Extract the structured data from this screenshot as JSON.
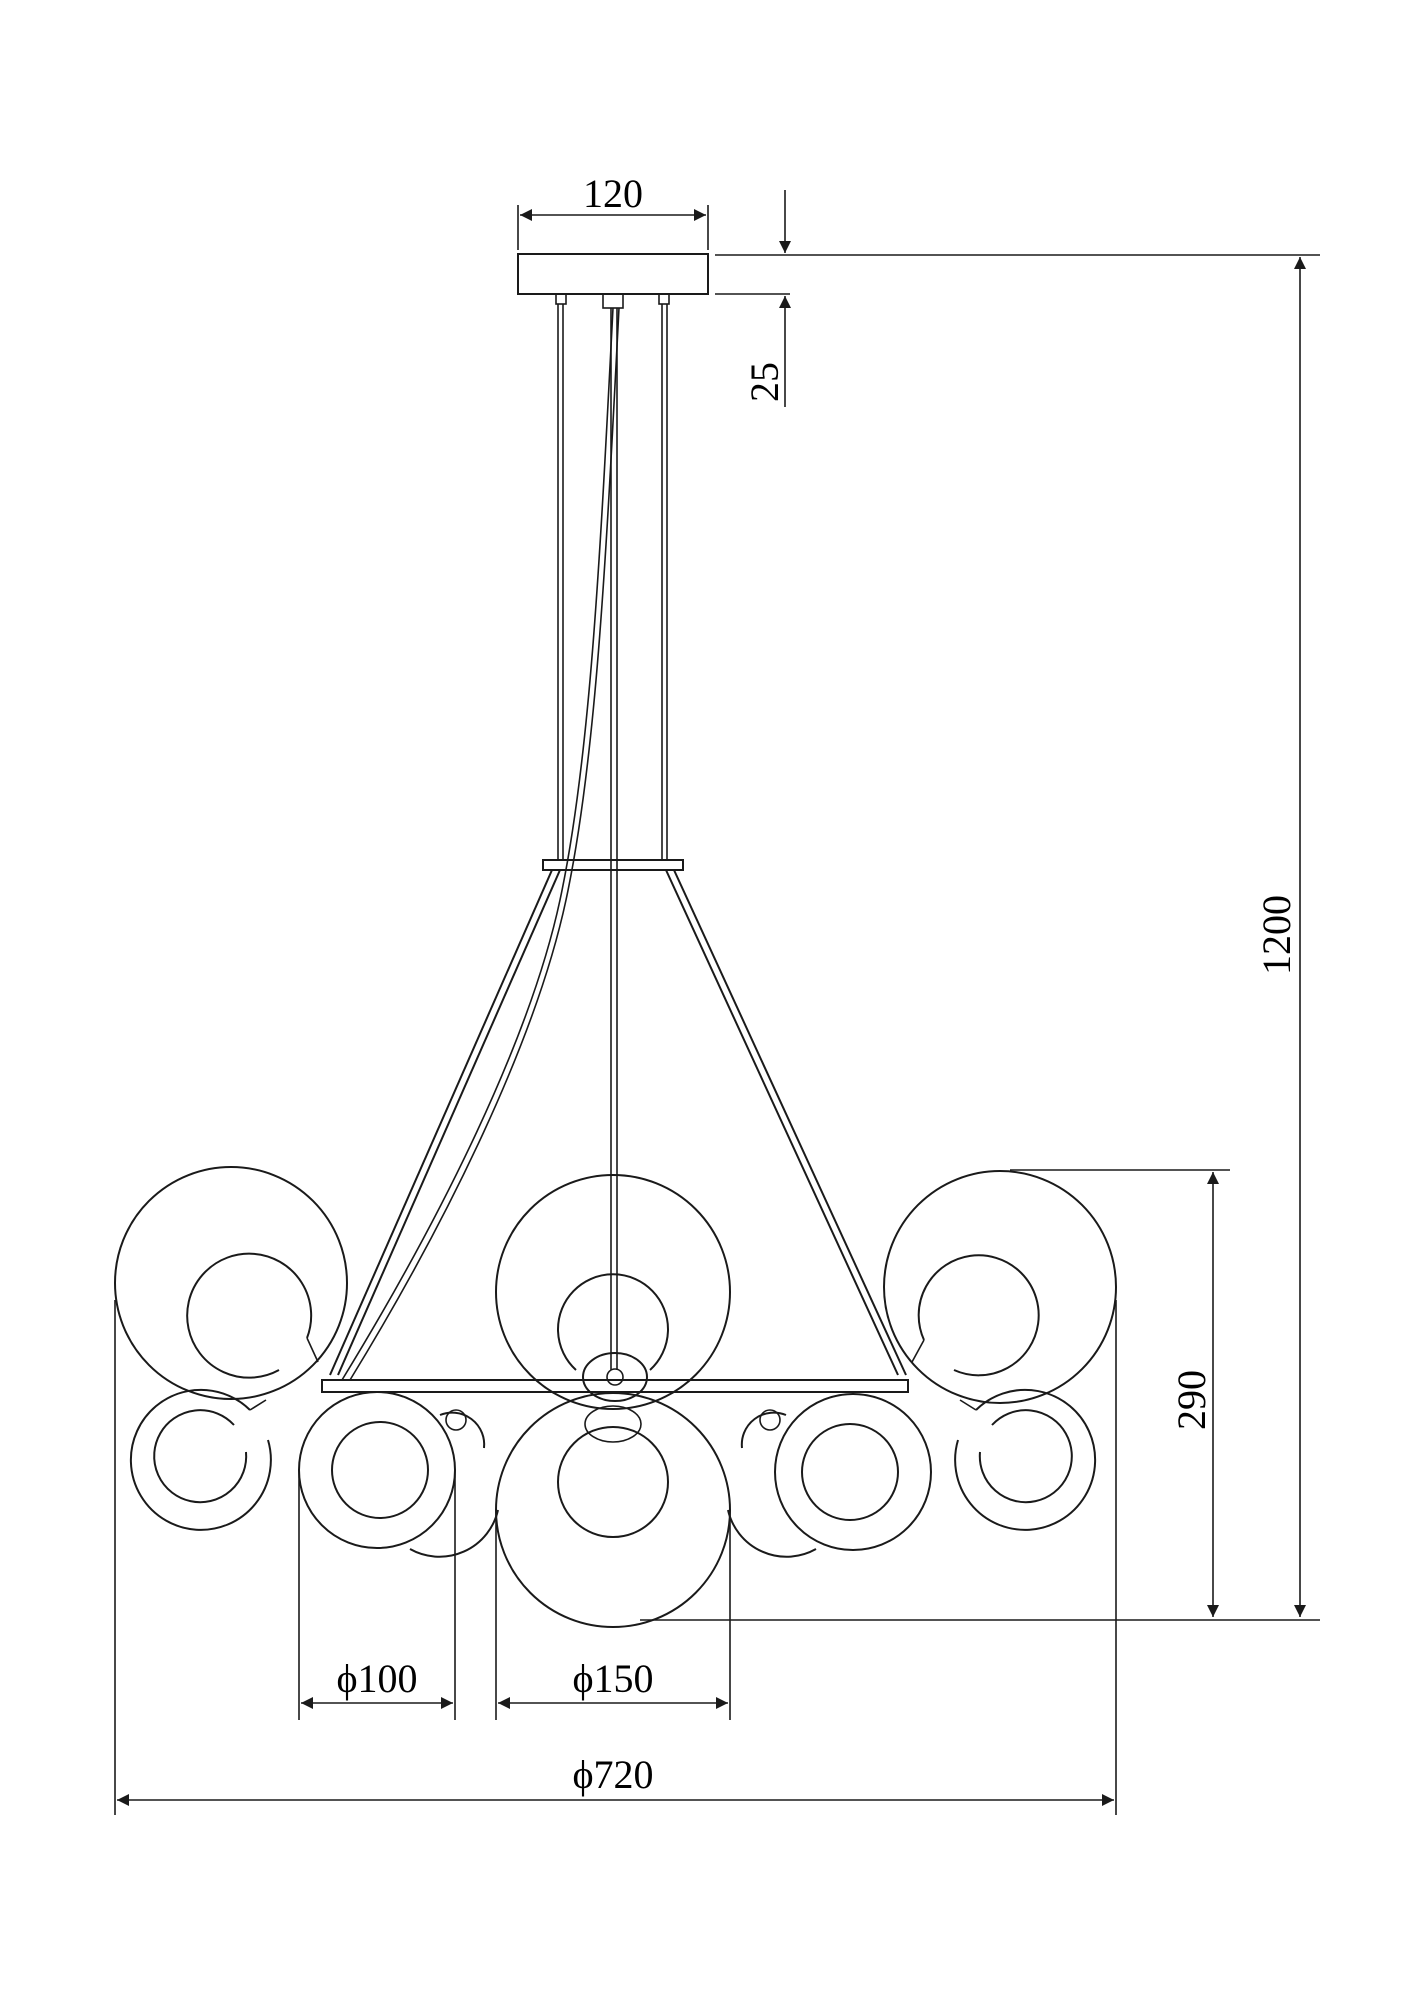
{
  "dimensions": {
    "canopy_width": "120",
    "canopy_height": "25",
    "overall_height": "1200",
    "shade_block_height": "290",
    "small_globe_diameter": "ϕ100",
    "large_globe_diameter": "ϕ150",
    "overall_diameter": "ϕ720"
  },
  "colors": {
    "line": "#1a1a1a",
    "background": "#ffffff"
  }
}
